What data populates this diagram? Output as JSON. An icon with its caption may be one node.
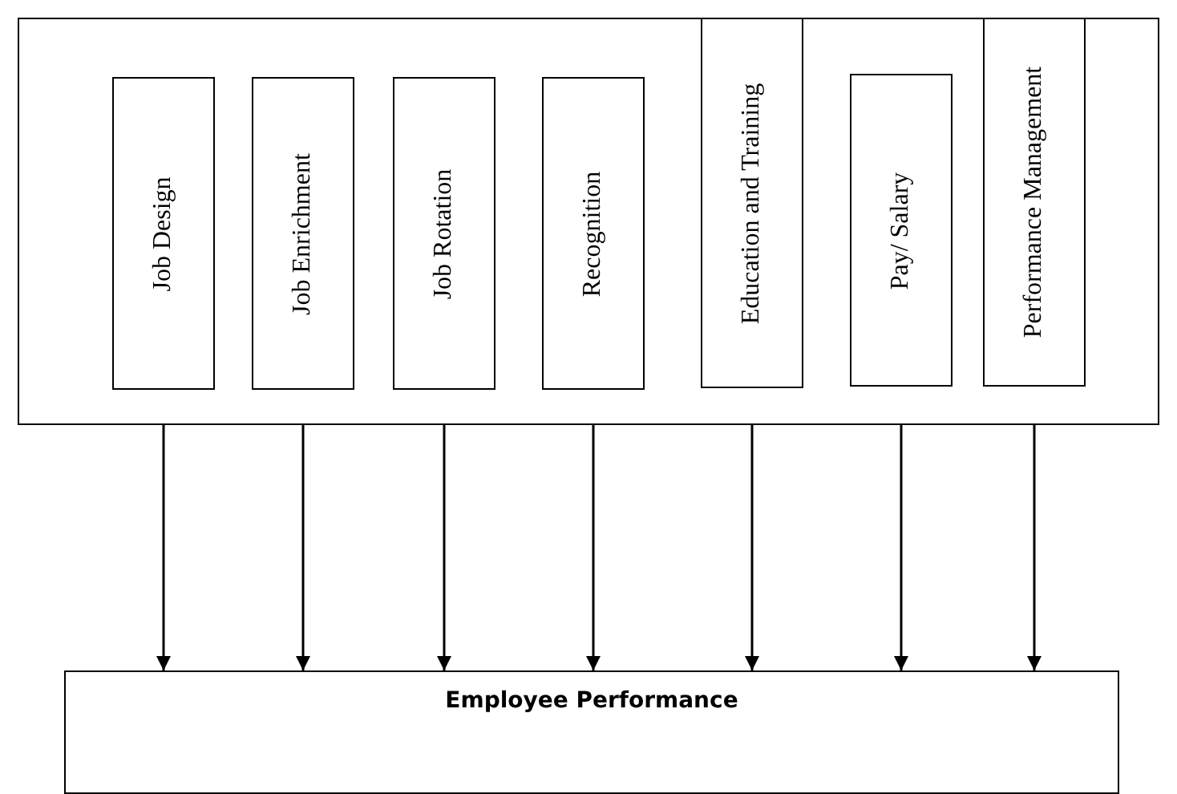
{
  "diagram": {
    "nodes": [
      {
        "text": [],
        "shape": "box"
      },
      {
        "text": [
          "Job Design"
        ],
        "in": 0
      },
      {
        "text": [
          "Job Enrichment"
        ],
        "in": 0
      },
      {
        "text": [
          "Job Rotation"
        ],
        "in": 0
      },
      {
        "text": [
          "Recognition"
        ],
        "in": 0
      },
      {
        "text": [
          "Education and Training"
        ],
        "in": 0
      },
      {
        "text": [
          "Pay/ Salary"
        ],
        "in": 0
      },
      {
        "text": [
          "Performance Management"
        ],
        "in": 0
      },
      {
        "text": [
          "Employee Performance"
        ]
      }
    ],
    "edges": [
      {
        "from": 1,
        "to": 8,
        "arrow": "to"
      },
      {
        "from": 2,
        "to": 8,
        "arrow": "to"
      },
      {
        "from": 3,
        "to": 8,
        "arrow": "to"
      },
      {
        "from": 4,
        "to": 8,
        "arrow": "to"
      },
      {
        "from": 5,
        "to": 8,
        "arrow": "to"
      },
      {
        "from": 6,
        "to": 8,
        "arrow": "to"
      },
      {
        "from": 7,
        "to": 8,
        "arrow": "to"
      }
    ]
  }
}
